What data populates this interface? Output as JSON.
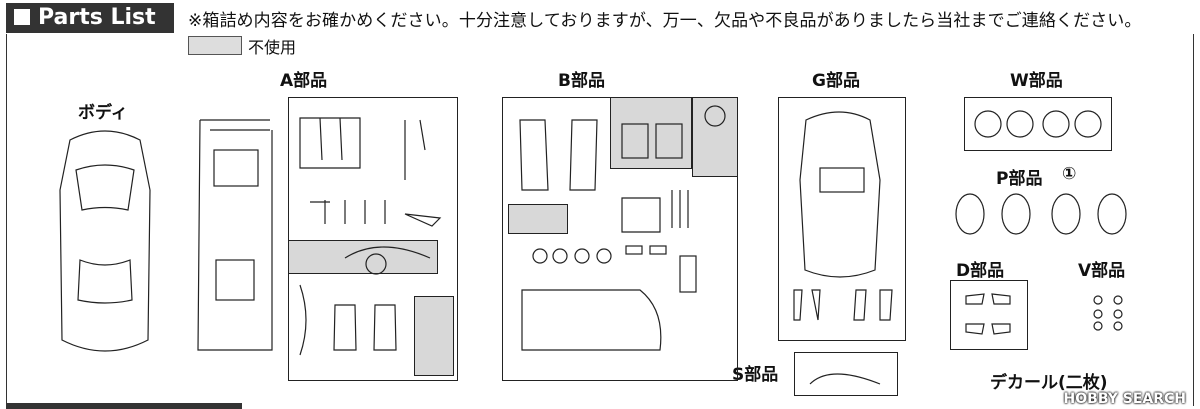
{
  "header": {
    "title": "Parts List",
    "notice": "※箱詰め内容をお確かめください。十分注意しておりますが、万一、欠品や不良品がありましたら当社までご連絡ください。",
    "legend_label": "不使用"
  },
  "sections": {
    "body": "ボディ",
    "a": "A部品",
    "b": "B部品",
    "g": "G部品",
    "w": "W部品",
    "p": "P部品",
    "p_count": "①",
    "d": "D部品",
    "v": "V部品",
    "s": "S部品",
    "decal": "デカール(二枚)"
  },
  "watermark": "HOBBY SEARCH",
  "colors": {
    "unused_fill": "#d8d8d8",
    "title_bg": "#333333",
    "line": "#222222"
  }
}
